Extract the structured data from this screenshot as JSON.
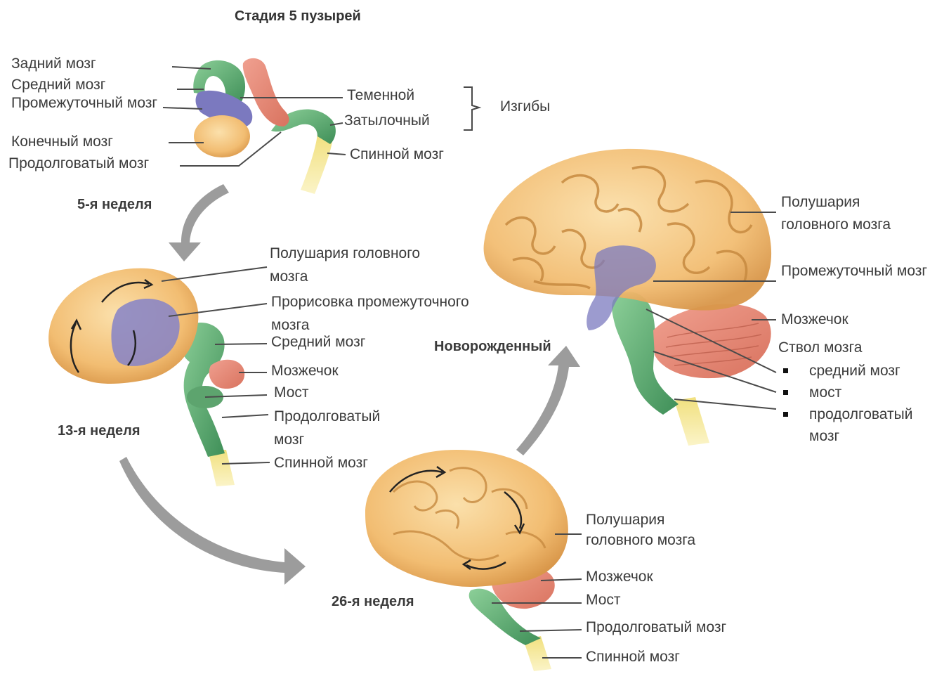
{
  "title": "Стадия 5 пузырей",
  "colors": {
    "forebrain": "#f3c078",
    "diencephalon": "#7b79bf",
    "midbrain": "#6aae7a",
    "hindbrain": "#e98878",
    "spinal": "#f4e48c",
    "arrow": "#9a9a9a",
    "leader": "#4a4a4a"
  },
  "stage1": {
    "label": "5-я неделя",
    "labels": {
      "hindbrain": "Задний мозг",
      "midbrain": "Средний мозг",
      "diencephalon": "Промежуточный мозг",
      "telencephalon": "Конечный мозг",
      "medulla": "Продолговатый мозг",
      "parietal": "Теменной",
      "occipital": "Затылочный",
      "flexures": "Изгибы",
      "spinal": "Спинной мозг"
    }
  },
  "stage2": {
    "label": "13-я неделя",
    "labels": {
      "hemispheres": "Полушария головного мозга",
      "diencephalon_outline": "Прорисовка промежуточного мозга",
      "midbrain": "Средний мозг",
      "cerebellum": "Мозжечок",
      "pons": "Мост",
      "medulla": "Продолговатый мозг",
      "spinal": "Спинной мозг"
    }
  },
  "stage3": {
    "label": "26-я неделя",
    "labels": {
      "hemispheres": "Полушария головного мозга",
      "cerebellum": "Мозжечок",
      "pons": "Мост",
      "medulla": "Продолговатый мозг",
      "spinal": "Спинной мозг"
    }
  },
  "stage4": {
    "label": "Новорожденный",
    "labels": {
      "hemispheres": "Полушария головного мозга",
      "diencephalon": "Промежуточный мозг",
      "cerebellum": "Мозжечок",
      "brainstem": "Ствол мозга",
      "brainstem_parts": [
        "средний мозг",
        "мост",
        "продолговатый мозг"
      ]
    }
  }
}
